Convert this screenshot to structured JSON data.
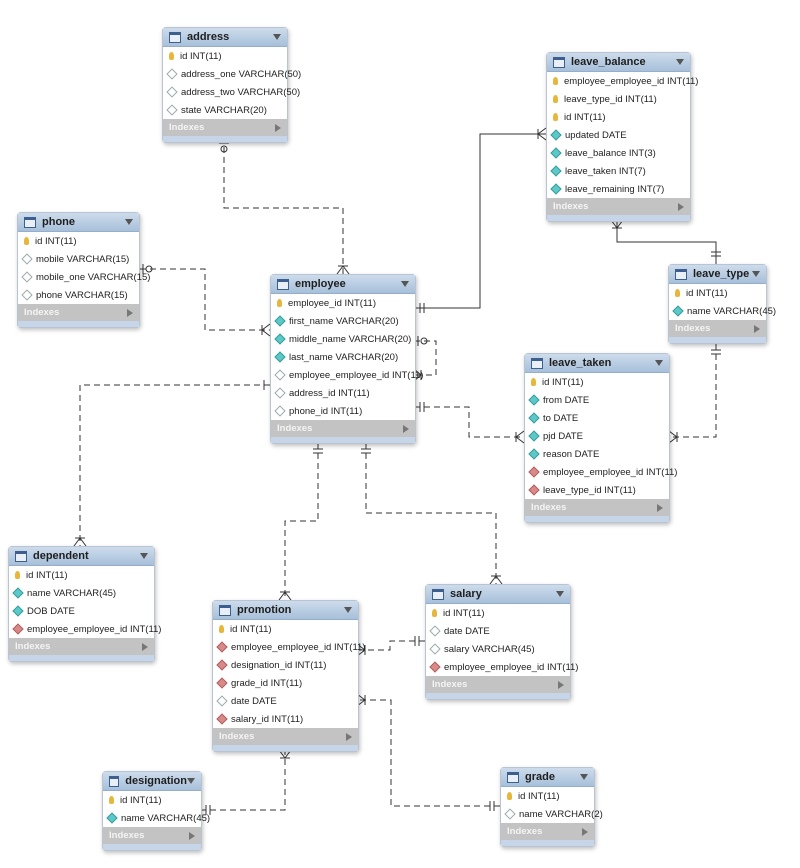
{
  "tables": {
    "address": {
      "name": "address",
      "footer": "Indexes",
      "columns": [
        {
          "text": "id INT(11)",
          "key": "pk"
        },
        {
          "text": "address_one VARCHAR(50)",
          "key": "nl"
        },
        {
          "text": "address_two VARCHAR(50)",
          "key": "nl"
        },
        {
          "text": "state VARCHAR(20)",
          "key": "nl"
        }
      ]
    },
    "phone": {
      "name": "phone",
      "footer": "Indexes",
      "columns": [
        {
          "text": "id INT(11)",
          "key": "pk"
        },
        {
          "text": "mobile VARCHAR(15)",
          "key": "nl"
        },
        {
          "text": "mobile_one VARCHAR(15)",
          "key": "nl"
        },
        {
          "text": "phone VARCHAR(15)",
          "key": "nl"
        }
      ]
    },
    "employee": {
      "name": "employee",
      "footer": "Indexes",
      "columns": [
        {
          "text": "employee_id INT(11)",
          "key": "pk"
        },
        {
          "text": "first_name VARCHAR(20)",
          "key": "nn"
        },
        {
          "text": "middle_name VARCHAR(20)",
          "key": "nn"
        },
        {
          "text": "last_name VARCHAR(20)",
          "key": "nn"
        },
        {
          "text": "employee_employee_id INT(11)",
          "key": "nl"
        },
        {
          "text": "address_id INT(11)",
          "key": "nl"
        },
        {
          "text": "phone_id INT(11)",
          "key": "nl"
        }
      ]
    },
    "leave_balance": {
      "name": "leave_balance",
      "footer": "Indexes",
      "columns": [
        {
          "text": "employee_employee_id INT(11)",
          "key": "pk"
        },
        {
          "text": "leave_type_id INT(11)",
          "key": "pk"
        },
        {
          "text": "id INT(11)",
          "key": "pk"
        },
        {
          "text": "updated DATE",
          "key": "nn"
        },
        {
          "text": "leave_balance INT(3)",
          "key": "nn"
        },
        {
          "text": "leave_taken INT(7)",
          "key": "nn"
        },
        {
          "text": "leave_remaining INT(7)",
          "key": "nn"
        }
      ]
    },
    "leave_type": {
      "name": "leave_type",
      "footer": "Indexes",
      "columns": [
        {
          "text": "id INT(11)",
          "key": "pk"
        },
        {
          "text": "name VARCHAR(45)",
          "key": "nn"
        }
      ]
    },
    "leave_taken": {
      "name": "leave_taken",
      "footer": "Indexes",
      "columns": [
        {
          "text": "id INT(11)",
          "key": "pk"
        },
        {
          "text": "from DATE",
          "key": "nn"
        },
        {
          "text": "to DATE",
          "key": "nn"
        },
        {
          "text": "pjd DATE",
          "key": "nn"
        },
        {
          "text": "reason DATE",
          "key": "nn"
        },
        {
          "text": "employee_employee_id INT(11)",
          "key": "fk"
        },
        {
          "text": "leave_type_id INT(11)",
          "key": "fk"
        }
      ]
    },
    "dependent": {
      "name": "dependent",
      "footer": "Indexes",
      "columns": [
        {
          "text": "id INT(11)",
          "key": "pk"
        },
        {
          "text": "name VARCHAR(45)",
          "key": "nn"
        },
        {
          "text": "DOB DATE",
          "key": "nn"
        },
        {
          "text": "employee_employee_id INT(11)",
          "key": "fk"
        }
      ]
    },
    "promotion": {
      "name": "promotion",
      "footer": "Indexes",
      "columns": [
        {
          "text": "id INT(11)",
          "key": "pk"
        },
        {
          "text": "employee_employee_id INT(11)",
          "key": "fk"
        },
        {
          "text": "designation_id INT(11)",
          "key": "fk"
        },
        {
          "text": "grade_id INT(11)",
          "key": "fk"
        },
        {
          "text": "date DATE",
          "key": "nl"
        },
        {
          "text": "salary_id INT(11)",
          "key": "fk"
        }
      ]
    },
    "salary": {
      "name": "salary",
      "footer": "Indexes",
      "columns": [
        {
          "text": "id INT(11)",
          "key": "pk"
        },
        {
          "text": "date DATE",
          "key": "nl"
        },
        {
          "text": "salary VARCHAR(45)",
          "key": "nl"
        },
        {
          "text": "employee_employee_id INT(11)",
          "key": "fk"
        }
      ]
    },
    "designation": {
      "name": "designation",
      "footer": "Indexes",
      "columns": [
        {
          "text": "id INT(11)",
          "key": "pk"
        },
        {
          "text": "name VARCHAR(45)",
          "key": "nn"
        }
      ]
    },
    "grade": {
      "name": "grade",
      "footer": "Indexes",
      "columns": [
        {
          "text": "id INT(11)",
          "key": "pk"
        },
        {
          "text": "name VARCHAR(2)",
          "key": "nl"
        }
      ]
    }
  },
  "key_icons": {
    "pk": "key-icon",
    "fk": "foreign-key-diamond-icon",
    "nn": "not-null-diamond-icon",
    "nl": "nullable-diamond-icon"
  },
  "colors": {
    "header": "#a7c0da",
    "footer": "#c3c3c3",
    "line": "#333333",
    "pk": "#e6b73a",
    "fk": "#d88a8a",
    "nn": "#5cc8c8"
  }
}
